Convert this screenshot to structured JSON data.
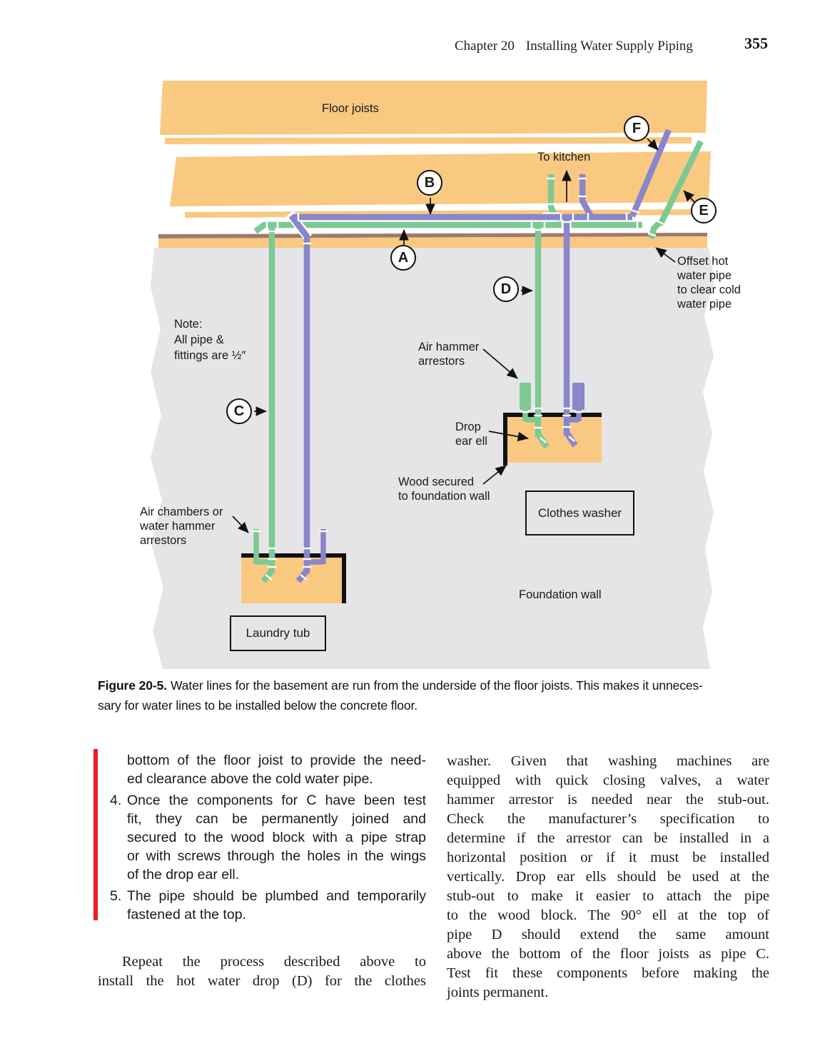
{
  "header": {
    "chapter": "Chapter 20",
    "title": "Installing Water Supply Piping",
    "page_number": "355"
  },
  "figure": {
    "labels": {
      "floor_joists": "Floor joists",
      "to_kitchen": "To kitchen",
      "offset_note": "Offset hot\nwater  pipe\nto clear cold\nwater pipe",
      "pipe_note": "Note:\nAll pipe &\nfittings are ½″",
      "air_hammer": "Air hammer\narrestors",
      "drop_ear_ell": "Drop\near ell",
      "wood_secured": "Wood secured\nto foundation  wall",
      "clothes_washer": "Clothes washer",
      "air_chambers": "Air chambers or\nwater hammer\narrestors",
      "foundation_wall": "Foundation wall",
      "laundry_tub": "Laundry tub"
    },
    "callouts": {
      "a": "A",
      "b": "B",
      "c": "C",
      "d": "D",
      "e": "E",
      "f": "F"
    },
    "colors": {
      "cold_water_pipe": "#7DC994",
      "hot_water_pipe": "#8A86C9",
      "wood": "#F9C881",
      "sill_line": "#9E7A6D",
      "foundation_wall": "#E5E5E7",
      "highlight_bar": "#EC1C24"
    }
  },
  "caption": {
    "label": "Figure 20-5.",
    "line1": "Water lines for the basement are run from the underside of the floor joists. This makes it unneces-",
    "line2": "sary for water lines to be installed below the concrete floor."
  },
  "body": {
    "left": {
      "cont_lines": [
        "bottom of the floor joist to provide the need-",
        "ed clearance above the cold water pipe."
      ],
      "item4_number": "4.",
      "item4_lines": [
        "Once the components for C have been test",
        "fit, they can be permanently joined and",
        "secured to the wood block with a pipe strap",
        "or with screws through the holes in the wings",
        "of the drop ear ell."
      ],
      "item5_number": "5.",
      "item5_lines": [
        "The pipe should be plumbed and temporarily",
        "fastened at the top."
      ],
      "para_lines": [
        "Repeat the process described above to",
        "install the hot water drop (D) for the clothes"
      ]
    },
    "right": {
      "para_lines": [
        "washer. Given that washing machines are",
        "equipped with quick closing valves, a water",
        "hammer arrestor is needed near the stub-out.",
        "Check the manufacturer’s specification to",
        "determine if the arrestor can be installed in a",
        "horizontal position or if it must be installed",
        "vertically. Drop ear ells should be used at the",
        "stub-out to make it easier to attach the pipe",
        "to the wood block. The 90° ell at the top of",
        "pipe D should extend the same amount",
        "above the bottom of the floor joists as pipe C.",
        "Test fit these components before making the",
        "joints permanent."
      ]
    }
  }
}
